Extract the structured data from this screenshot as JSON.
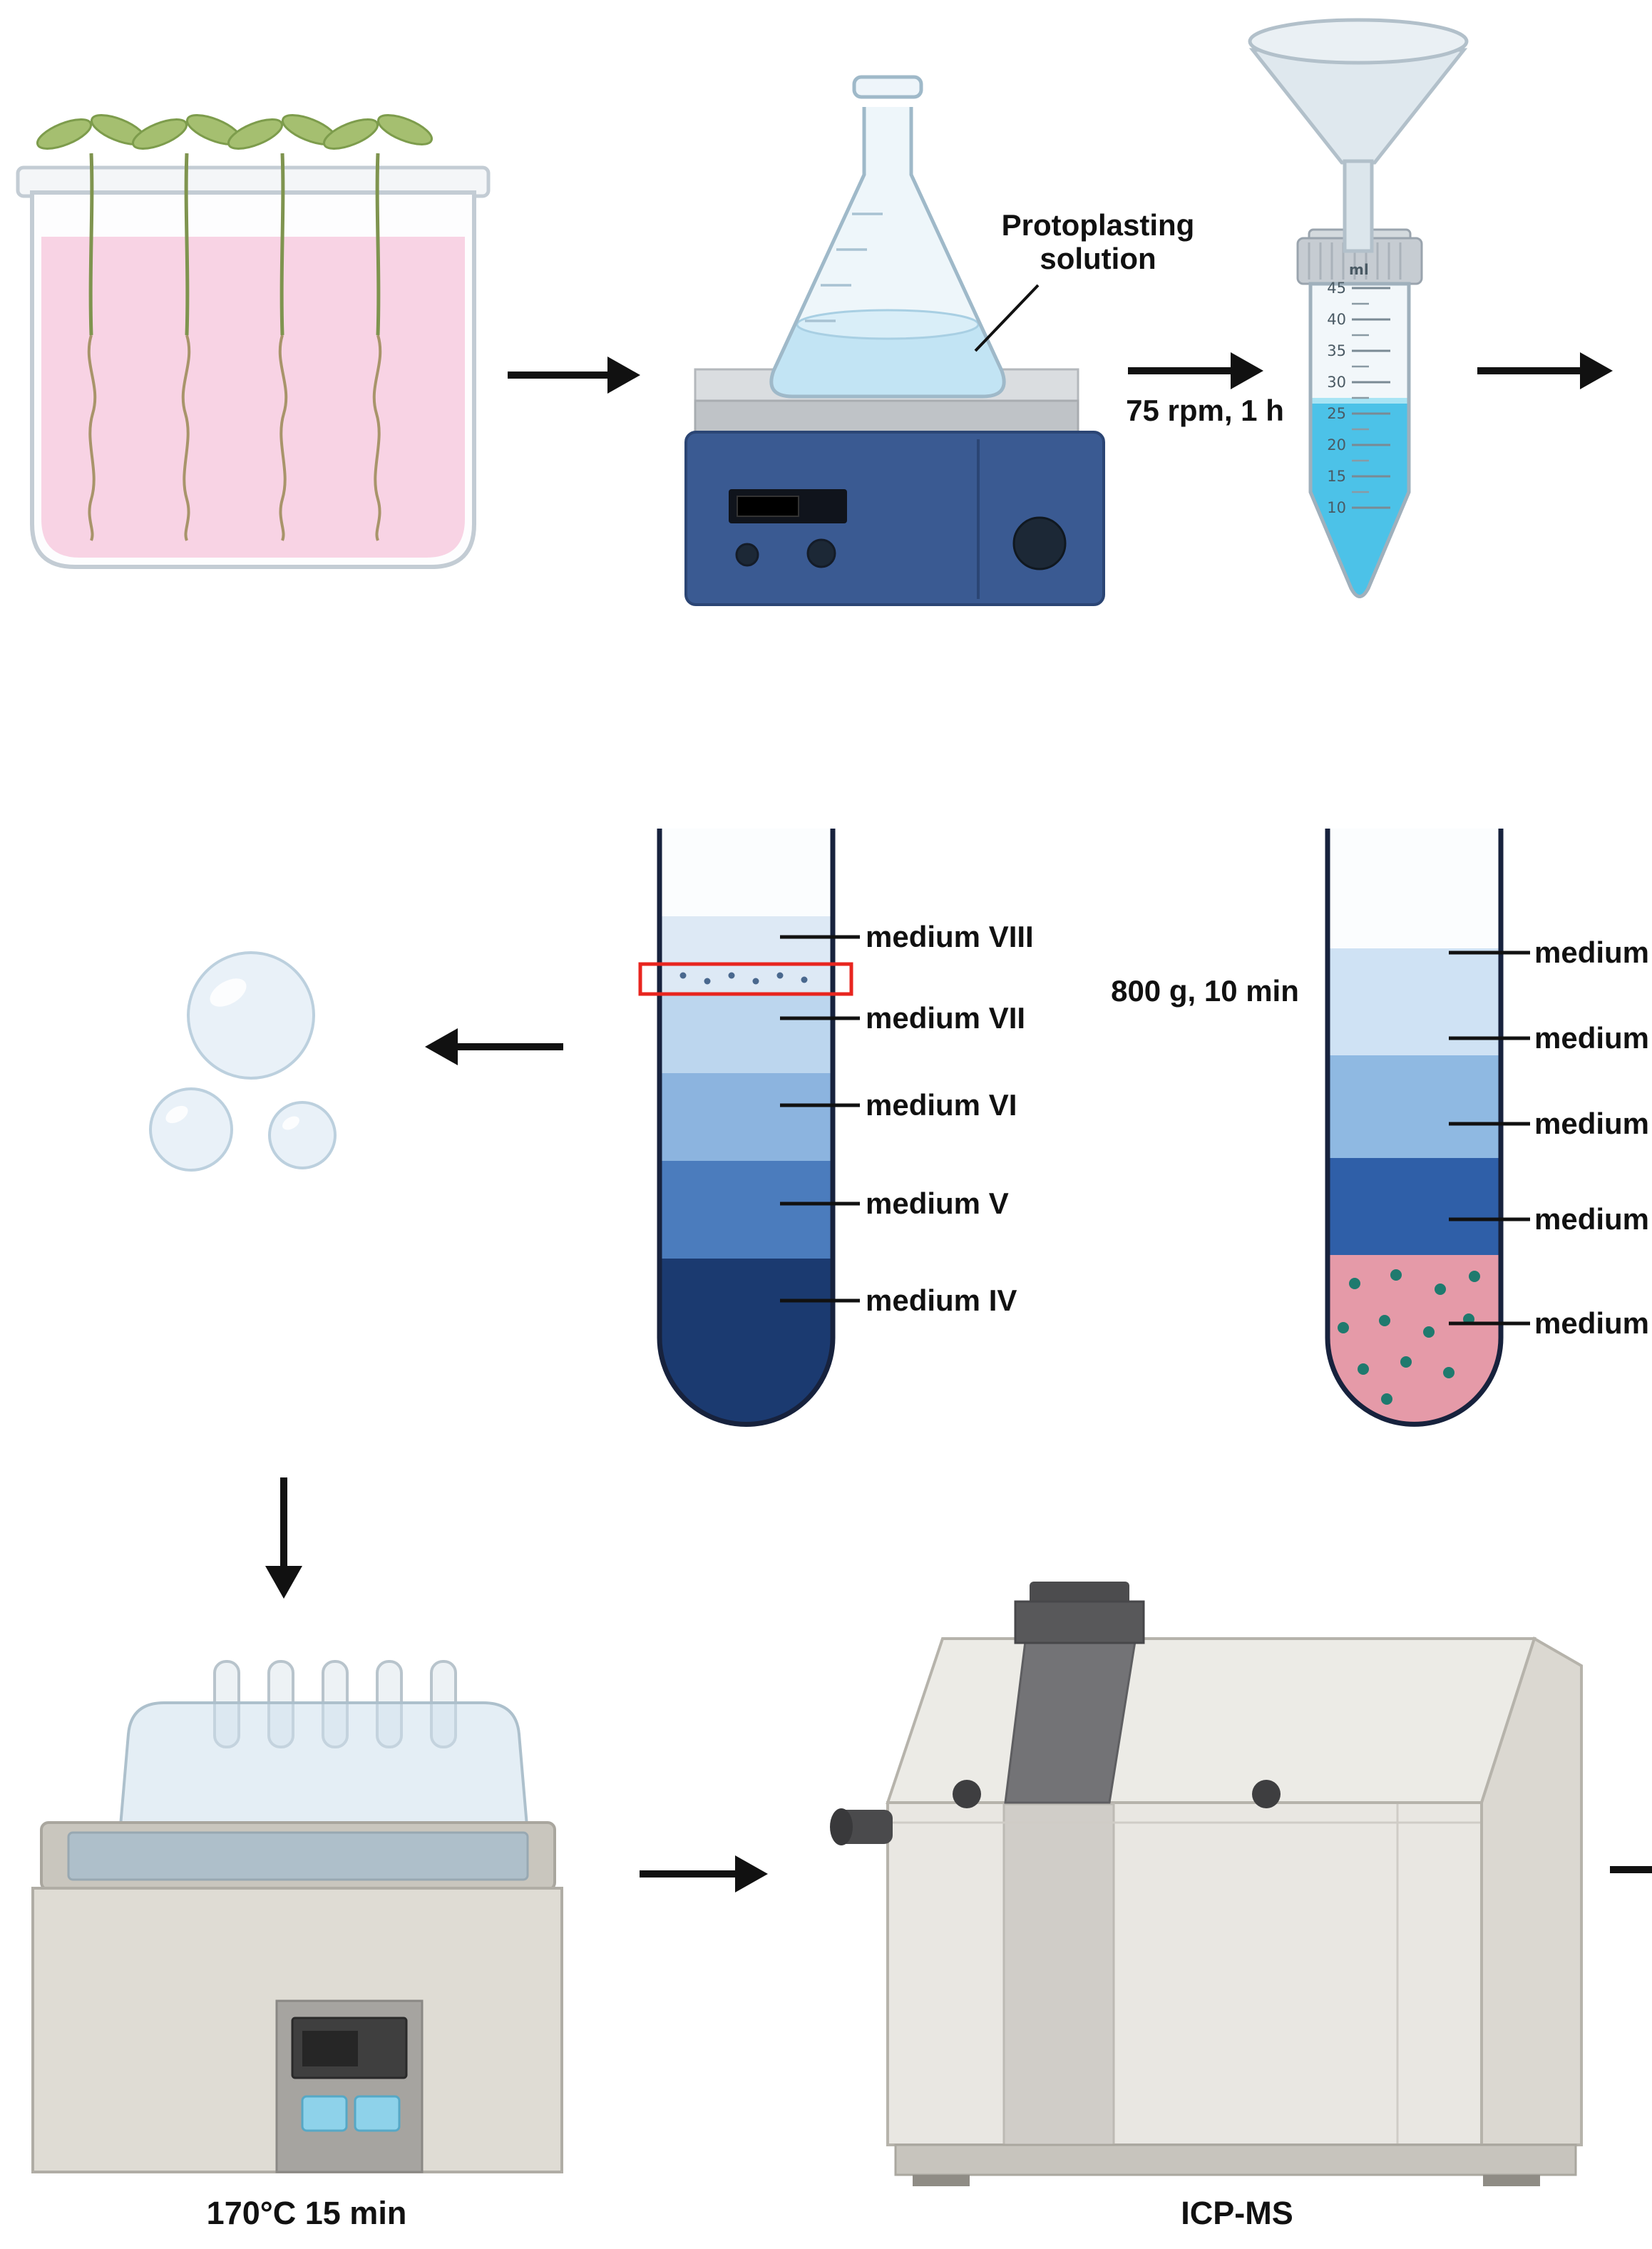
{
  "labels": {
    "protoplasting_solution": "Protoplasting\nsolution",
    "shake": "75 rpm, 1 h",
    "centrifuge": "800 g, 10 min",
    "water_bath": "170°C 15 min",
    "icpms": "ICP-MS"
  },
  "left_tube": {
    "layers": [
      "medium VIII",
      "medium VII",
      "medium VI",
      "medium V",
      "medium IV"
    ]
  },
  "right_tube": {
    "layers": [
      "medium VIII",
      "medium VII",
      "medium VI",
      "medium V",
      "medium IV"
    ]
  },
  "falcon_tube": {
    "unit": "ml",
    "graduations": [
      "45",
      "40",
      "35",
      "30",
      "25",
      "20",
      "15",
      "10"
    ]
  }
}
